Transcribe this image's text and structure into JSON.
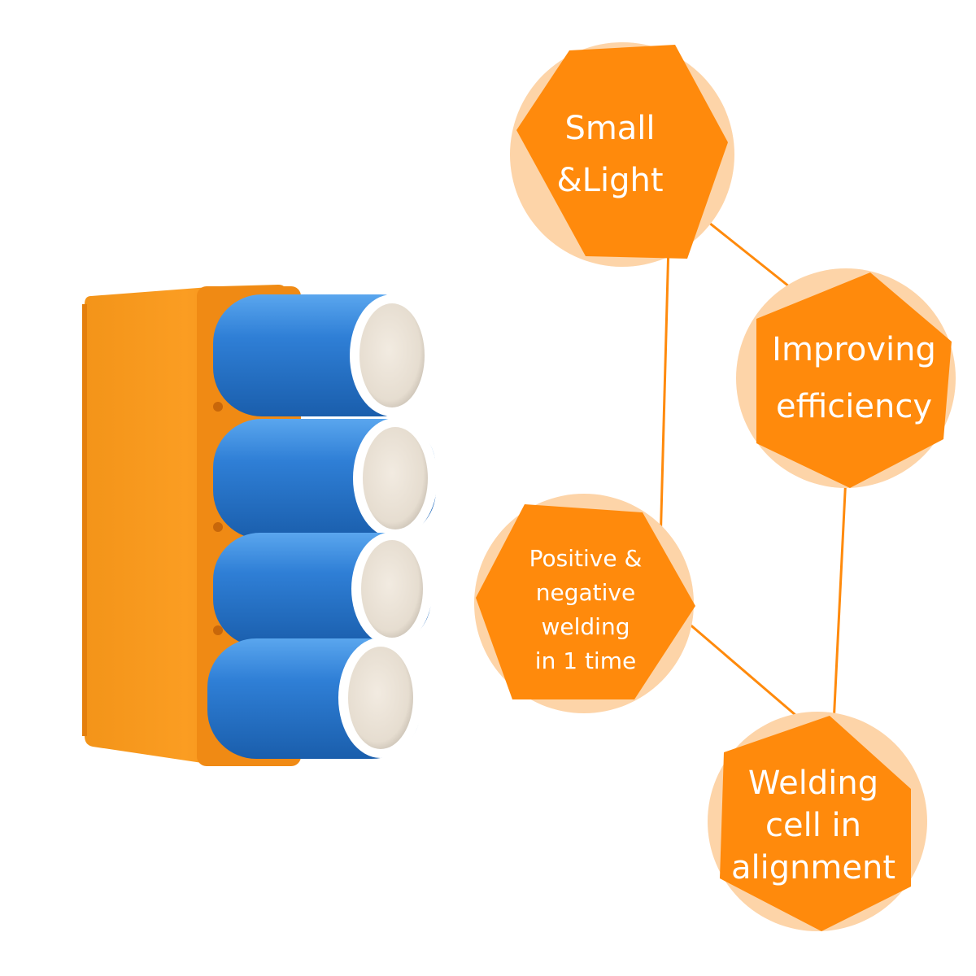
{
  "colors": {
    "accent": "#ff8a0c",
    "circle_bg": "#fdd4a8",
    "battery_blue": "#2f7fd6",
    "holder_orange": "#f7941d",
    "text": "#ffffff"
  },
  "features": {
    "small_light": "Small\n&Light",
    "improving_efficiency": "Improving\nefficiency",
    "positive_negative": "Positive &\nnegative\nwelding\nin 1 time",
    "welding_alignment": "Welding\ncell in\nalignment"
  }
}
